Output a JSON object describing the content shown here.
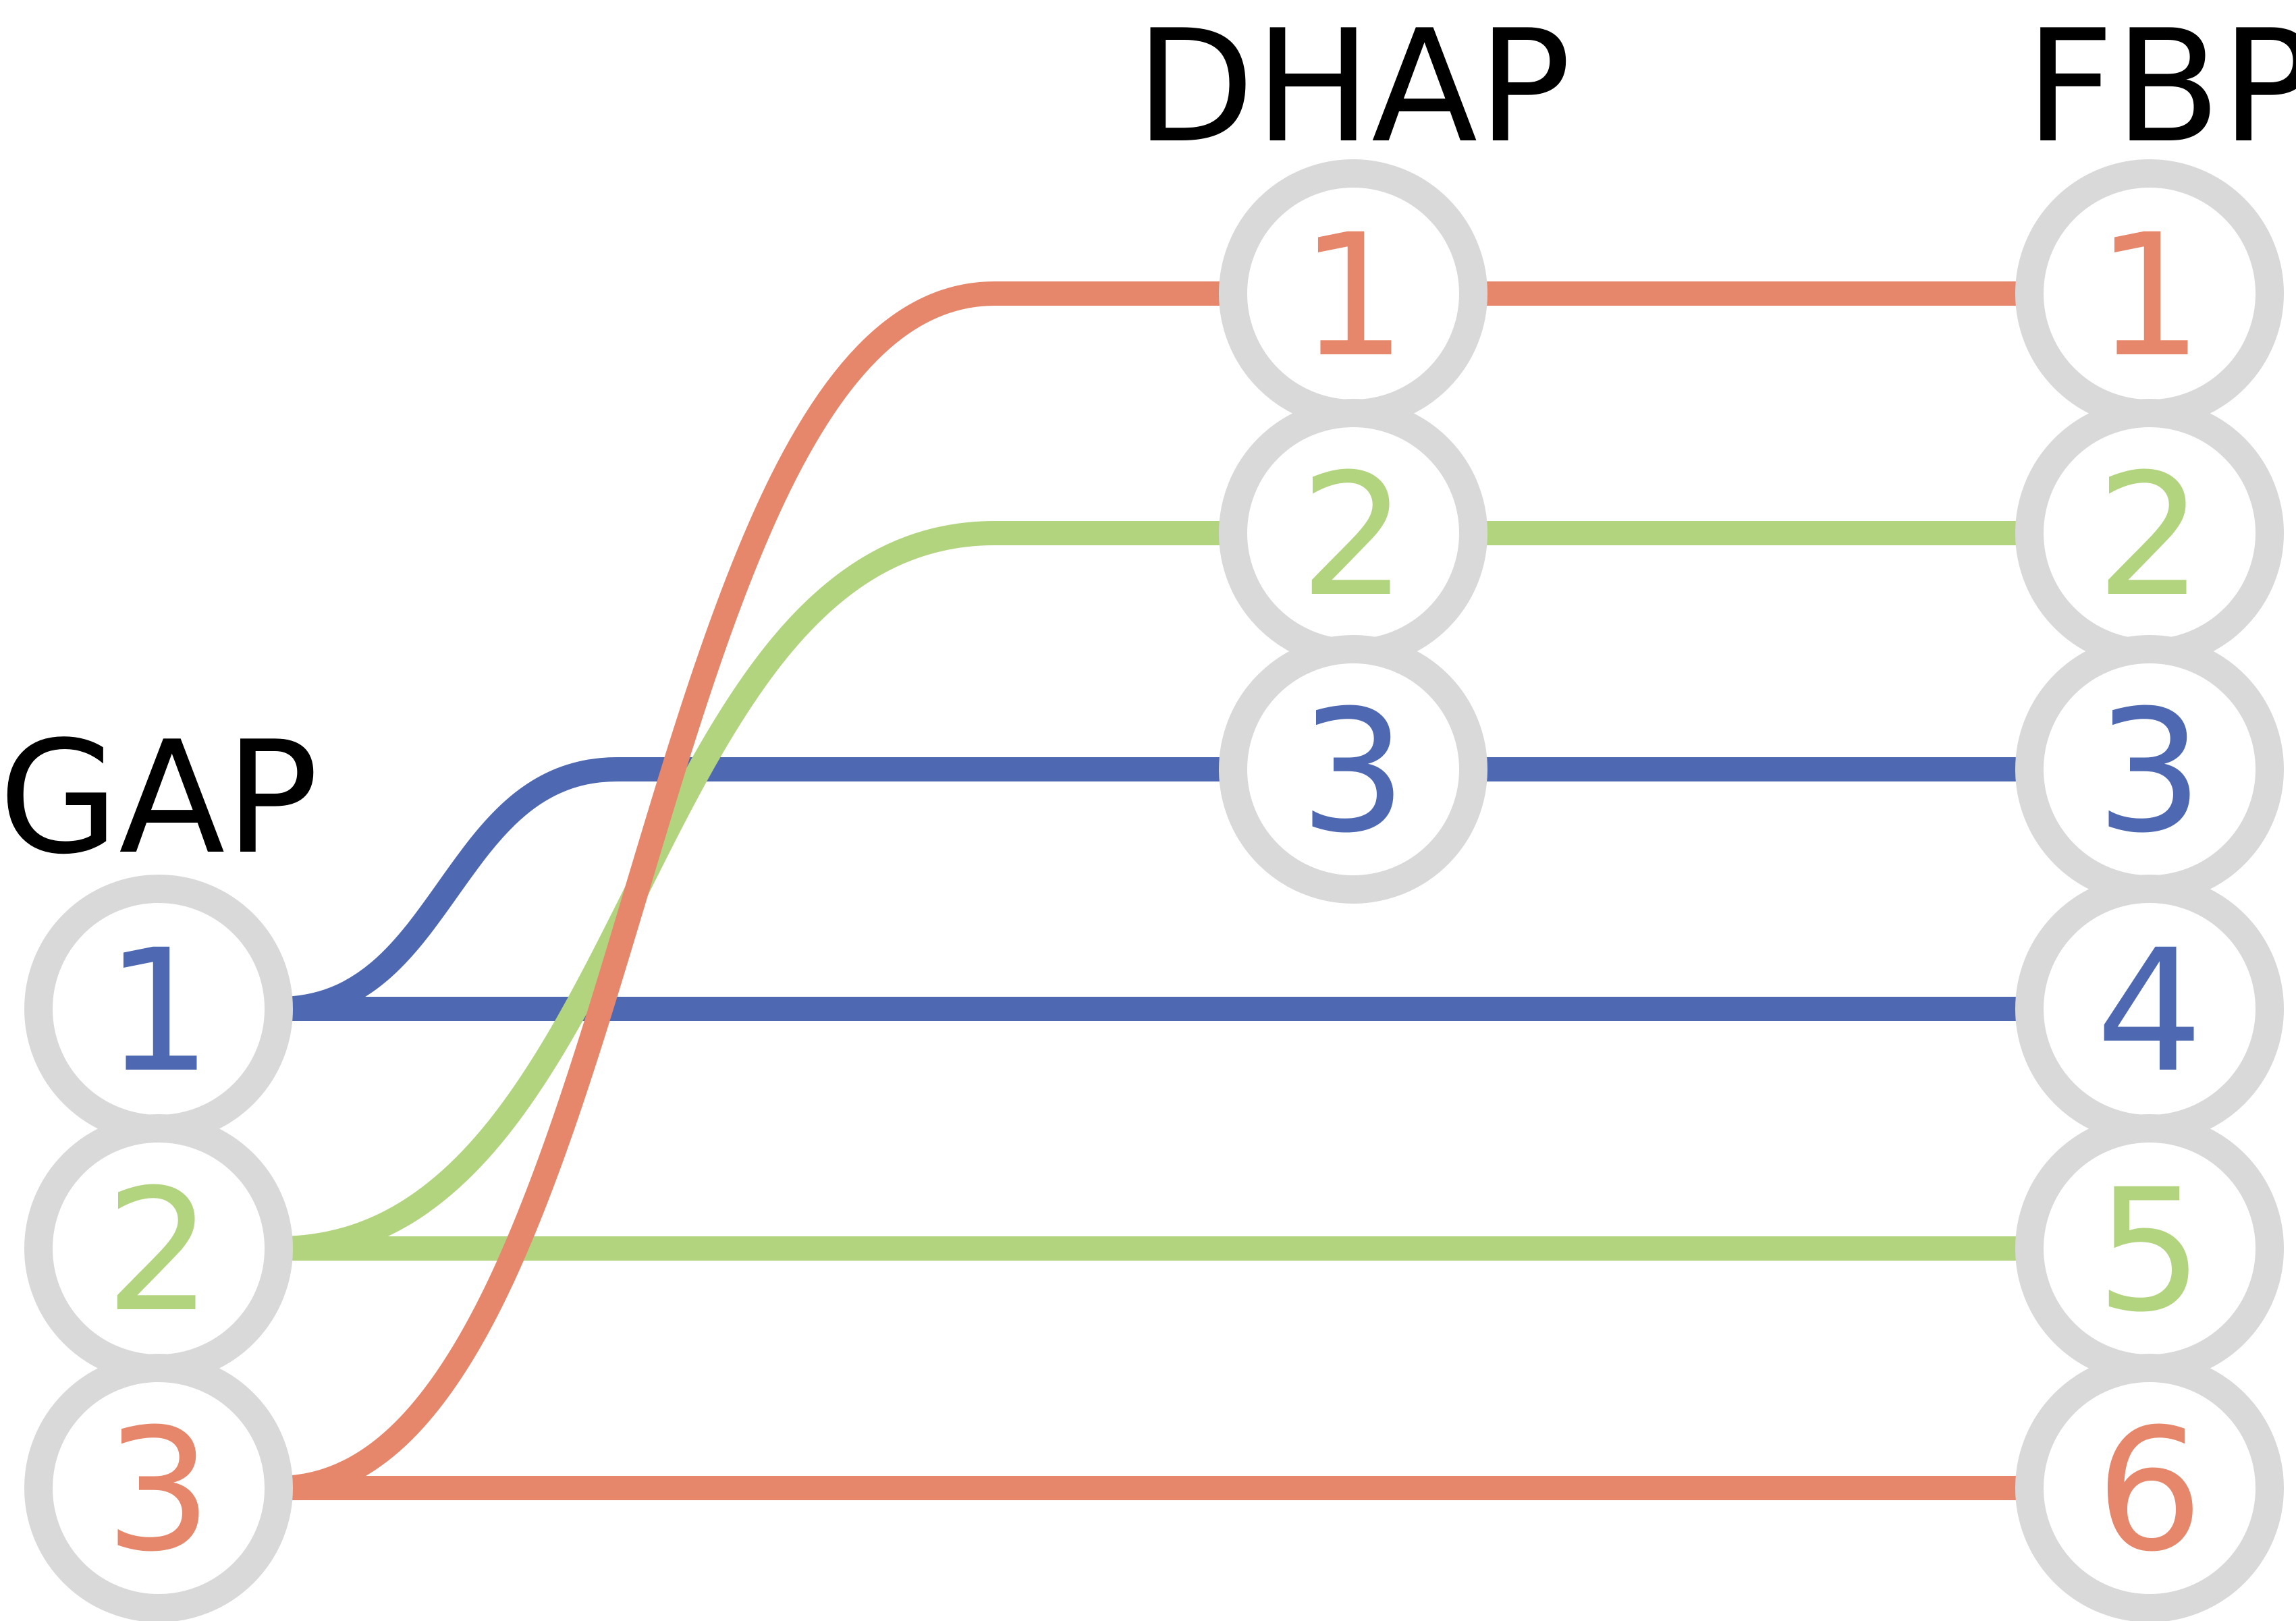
{
  "colors": {
    "orange": "#E6866A",
    "green": "#B3D47F",
    "blue": "#4E68B2",
    "ring": "#D9D9D9",
    "text": "#000000"
  },
  "groups": {
    "gap": {
      "label": "GAP",
      "nodes": [
        {
          "num": "1",
          "color": "blue"
        },
        {
          "num": "2",
          "color": "green"
        },
        {
          "num": "3",
          "color": "orange"
        }
      ]
    },
    "dhap": {
      "label": "DHAP",
      "nodes": [
        {
          "num": "1",
          "color": "orange"
        },
        {
          "num": "2",
          "color": "green"
        },
        {
          "num": "3",
          "color": "blue"
        }
      ]
    },
    "fbp": {
      "label": "FBP",
      "nodes": [
        {
          "num": "1",
          "color": "orange"
        },
        {
          "num": "2",
          "color": "green"
        },
        {
          "num": "3",
          "color": "blue"
        },
        {
          "num": "4",
          "color": "blue"
        },
        {
          "num": "5",
          "color": "green"
        },
        {
          "num": "6",
          "color": "orange"
        }
      ]
    }
  },
  "connections": [
    {
      "from": "gap.1",
      "to": "dhap.3",
      "color": "blue"
    },
    {
      "from": "gap.1",
      "to": "fbp.4",
      "color": "blue"
    },
    {
      "from": "gap.2",
      "to": "dhap.2",
      "color": "green"
    },
    {
      "from": "gap.2",
      "to": "fbp.5",
      "color": "green"
    },
    {
      "from": "gap.3",
      "to": "dhap.1",
      "color": "orange"
    },
    {
      "from": "gap.3",
      "to": "fbp.6",
      "color": "orange"
    },
    {
      "from": "dhap.1",
      "to": "fbp.1",
      "color": "orange"
    },
    {
      "from": "dhap.2",
      "to": "fbp.2",
      "color": "green"
    },
    {
      "from": "dhap.3",
      "to": "fbp.3",
      "color": "blue"
    }
  ]
}
